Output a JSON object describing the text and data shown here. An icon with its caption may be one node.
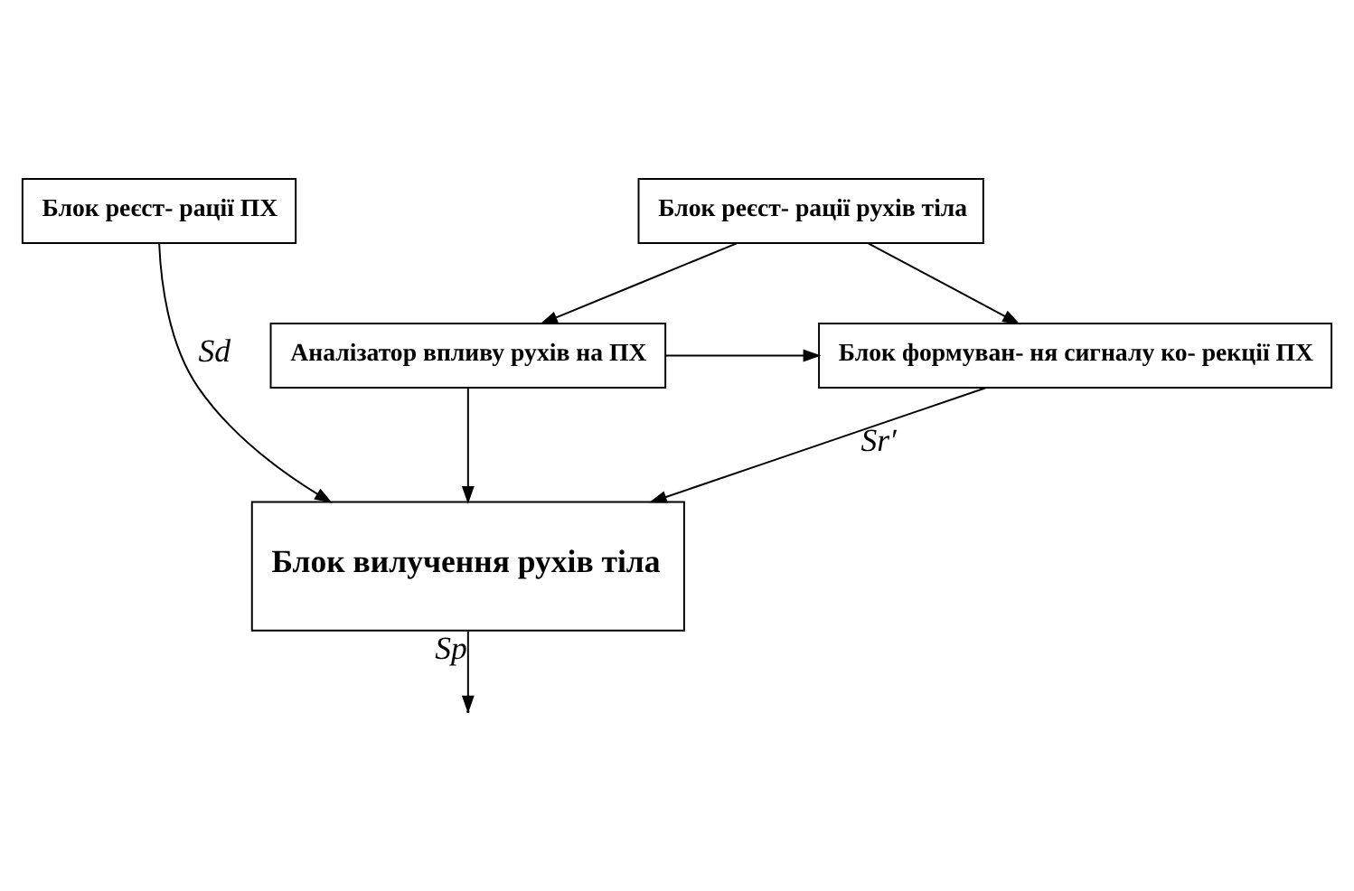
{
  "diagram": {
    "nodes": [
      {
        "text": [
          "Блок реєст- рації ПХ"
        ]
      },
      {
        "text": [
          "Блок реєст- рації рухів тіла"
        ]
      },
      {
        "text": [
          "Блок формуван- ня сигналу ко- рекції ПХ"
        ]
      },
      {
        "text": [
          "Аналізатор впливу рухів на ПХ"
        ]
      },
      {
        "text": [
          "Блок вилучення рухів тіла"
        ]
      }
    ],
    "edges": [
      {
        "from": 0,
        "to": 4,
        "arrow": "to",
        "label": "Sd"
      },
      {
        "from": 1,
        "to": 2,
        "arrow": "to"
      },
      {
        "from": 1,
        "to": 3,
        "arrow": "to"
      },
      {
        "from": 3,
        "to": 2,
        "arrow": "to"
      },
      {
        "from": 2,
        "to": 4,
        "arrow": "to",
        "label": "Sr′"
      },
      {
        "from": 3,
        "to": 4,
        "arrow": "to"
      },
      {
        "from": 4,
        "to": null,
        "arrow": "to",
        "label": "Sp"
      }
    ]
  }
}
